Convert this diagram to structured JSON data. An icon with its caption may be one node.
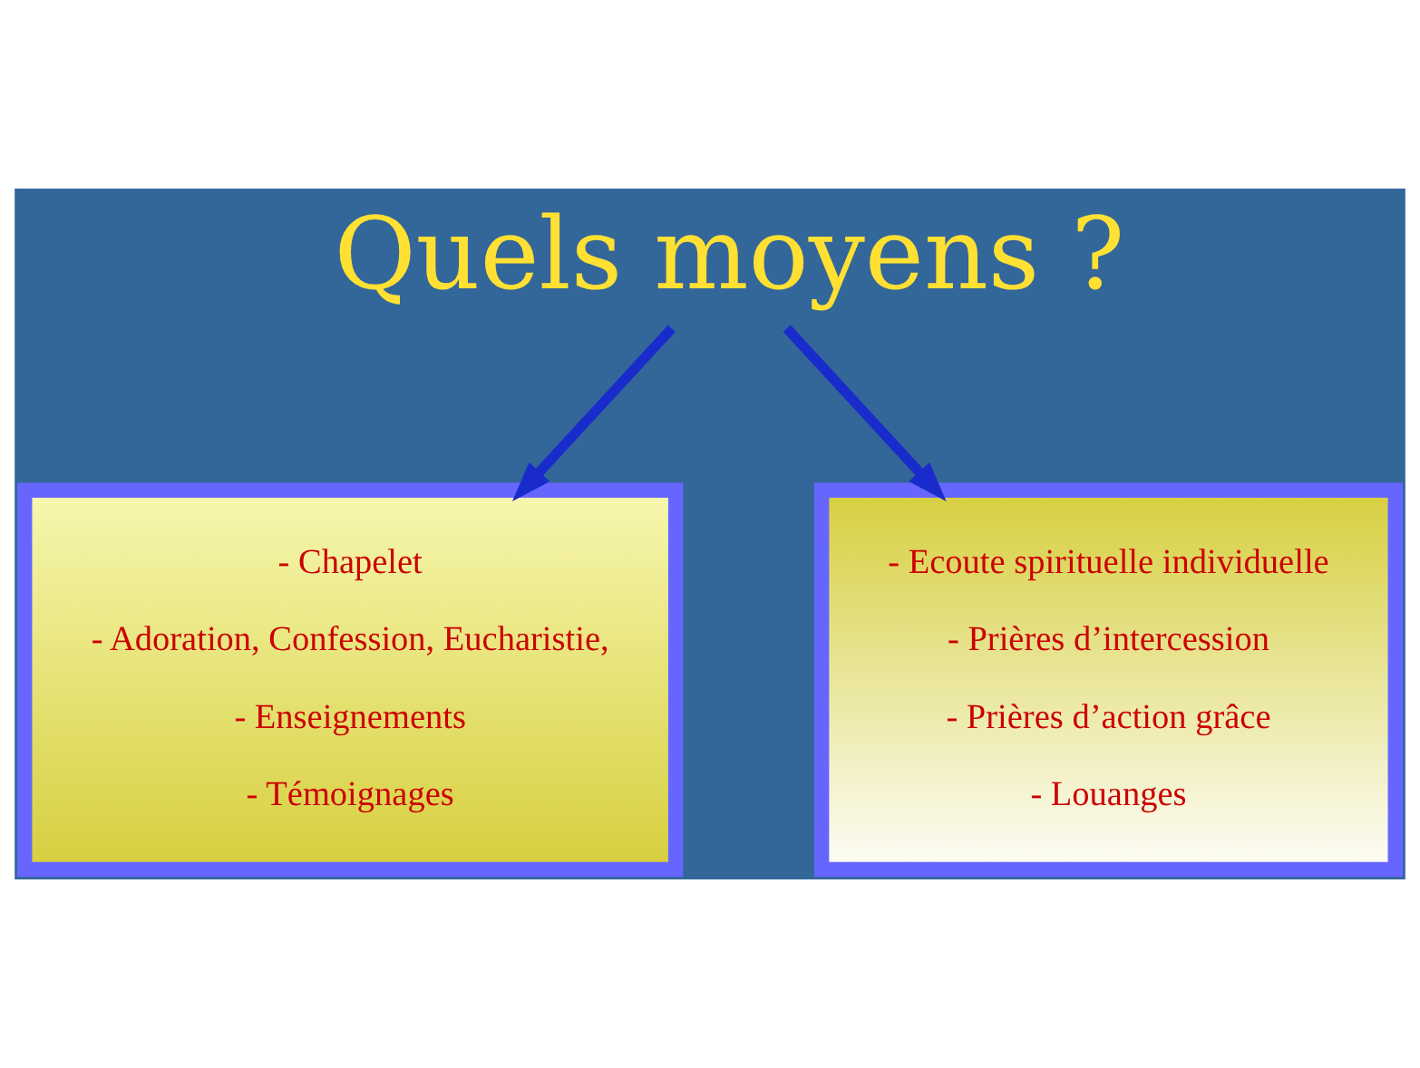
{
  "diagram": {
    "nodes": [
      {
        "text": [
          "Quels moyens ?"
        ]
      },
      {
        "text": [
          "- Chapelet",
          "- Adoration, Confession, Eucharistie,",
          "- Enseignements",
          "- Témoignages"
        ]
      },
      {
        "text": [
          "- Ecoute spirituelle individuelle",
          "- Prières d’intercession",
          "- Prières d’action grâce",
          "- Louanges"
        ]
      }
    ],
    "edges": [
      {
        "from": 0,
        "to": 1,
        "arrow": "to"
      },
      {
        "from": 0,
        "to": 2,
        "arrow": "to"
      }
    ]
  }
}
